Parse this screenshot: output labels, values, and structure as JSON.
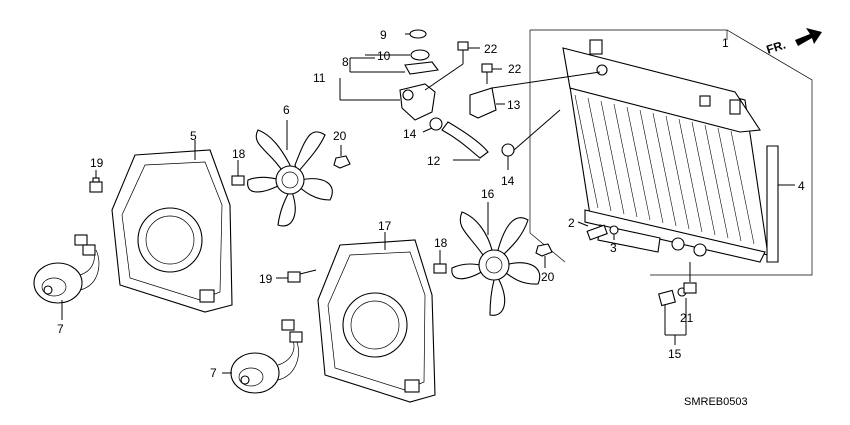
{
  "diagram": {
    "direction_label": "FR.",
    "code": "SMREB0503",
    "callouts": {
      "c1": "1",
      "c2": "2",
      "c3": "3",
      "c4": "4",
      "c5": "5",
      "c6": "6",
      "c7a": "7",
      "c7b": "7",
      "c8": "8",
      "c9": "9",
      "c10": "10",
      "c11": "11",
      "c12": "12",
      "c13": "13",
      "c14a": "14",
      "c14b": "14",
      "c15": "15",
      "c16": "16",
      "c17": "17",
      "c18a": "18",
      "c18b": "18",
      "c19a": "19",
      "c19b": "19",
      "c20a": "20",
      "c20b": "20",
      "c21": "21",
      "c22a": "22",
      "c22b": "22"
    }
  }
}
